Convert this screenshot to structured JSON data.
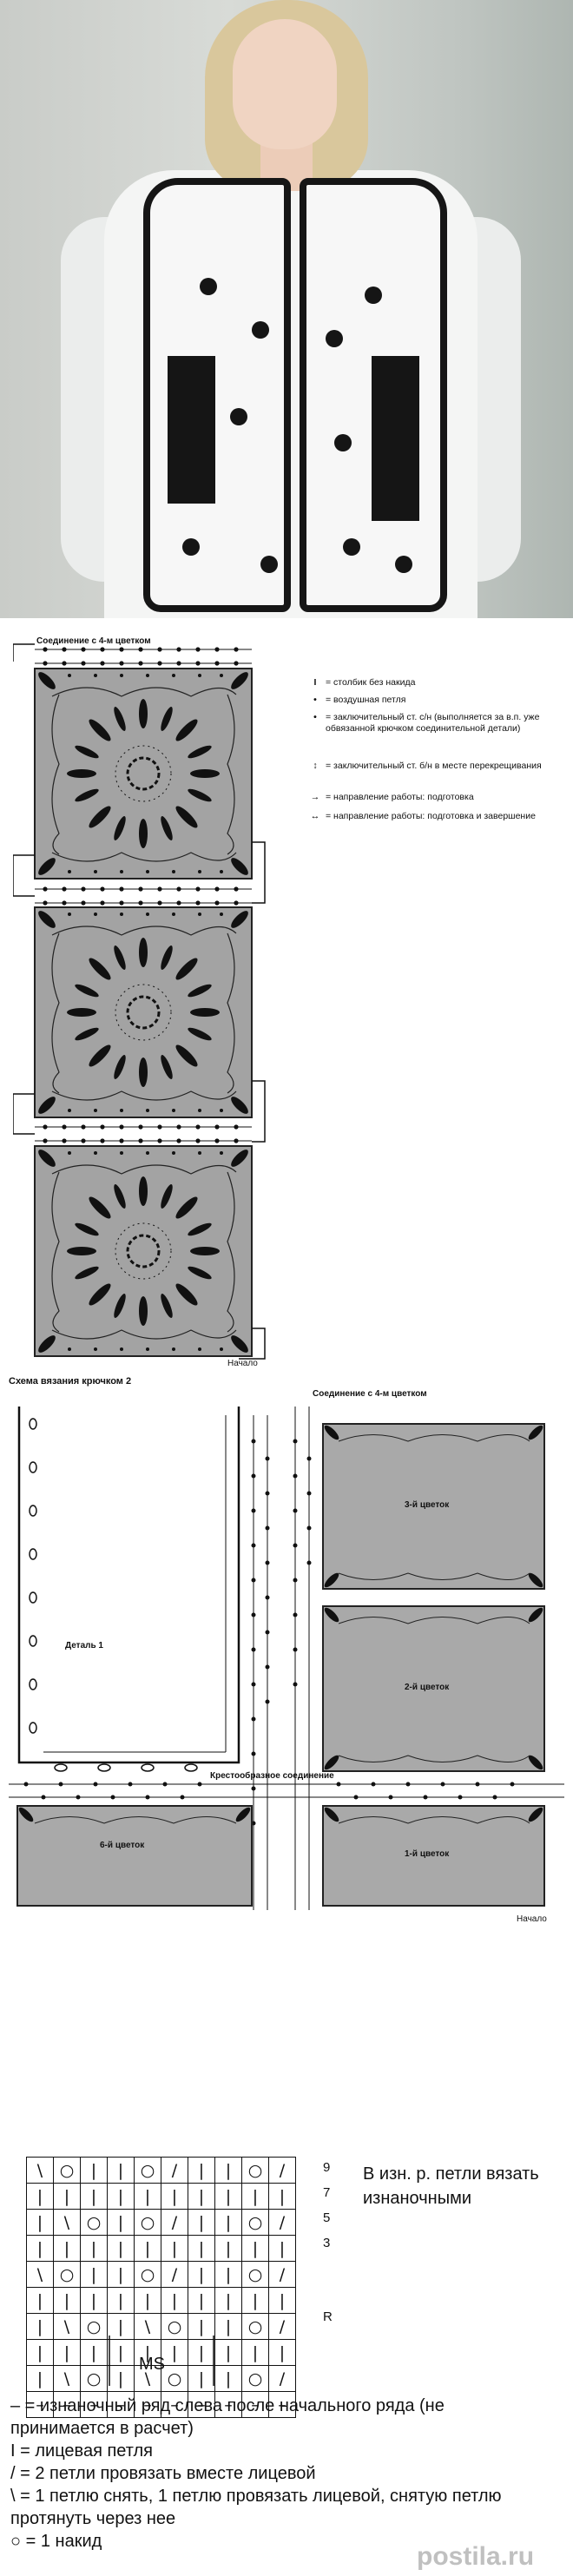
{
  "diagram1": {
    "title_top": "Соединение с 4-м цветком",
    "start_label": "Начало",
    "legend": [
      {
        "sym": "I",
        "icon": "single-crochet-symbol",
        "text": "= столбик без накида"
      },
      {
        "sym": "•",
        "icon": "chain-stitch-symbol",
        "text": "= воздушная петля"
      },
      {
        "sym": "•",
        "icon": "slip-stitch-joining-symbol",
        "text": "= заключительный ст. с/н (выполняется за в.п. уже обвязанной крючком соединительной детали)"
      },
      {
        "sym": "↕",
        "icon": "slip-stitch-crossing-symbol",
        "text": "= заключительный ст. б/н в месте перекрещивания"
      },
      {
        "sym": "→",
        "icon": "direction-prep-arrow",
        "text": "= направление работы: подготовка"
      },
      {
        "sym": "↔",
        "icon": "direction-finish-arrow",
        "text": "= направление работы: подготовка и завершение"
      }
    ]
  },
  "diagram2": {
    "title": "Схема вязания крючком 2",
    "join_top": "Соединение с 4-м цветком",
    "cross_join": "Крестообразное соединение",
    "part1": "Деталь 1",
    "flower3": "3-й цветок",
    "flower2": "2-й цветок",
    "flower6": "6-й цветок",
    "flower1": "1-й цветок",
    "start_label": "Начало"
  },
  "knit_chart": {
    "rows": [
      [
        "\\",
        "○",
        "|",
        "|",
        "○",
        "/",
        "|",
        "|",
        "○",
        "/"
      ],
      [
        "|",
        "|",
        "|",
        "|",
        "|",
        "|",
        "|",
        "|",
        "|",
        "|"
      ],
      [
        "|",
        "\\",
        "○",
        "|",
        "○",
        "/",
        "|",
        "|",
        "○",
        "/"
      ],
      [
        "|",
        "|",
        "|",
        "|",
        "|",
        "|",
        "|",
        "|",
        "|",
        "|"
      ],
      [
        "\\",
        "○",
        "|",
        "|",
        "○",
        "/",
        "|",
        "|",
        "○",
        "/"
      ],
      [
        "|",
        "|",
        "|",
        "|",
        "|",
        "|",
        "|",
        "|",
        "|",
        "|"
      ],
      [
        "|",
        "\\",
        "○",
        "|",
        "\\",
        "○",
        "|",
        "|",
        "○",
        "/"
      ],
      [
        "|",
        "|",
        "|",
        "|",
        "|",
        "|",
        "|",
        "|",
        "|",
        "|"
      ],
      [
        "|",
        "\\",
        "○",
        "|",
        "\\",
        "○",
        "|",
        "|",
        "○",
        "/"
      ],
      [
        "–",
        "–",
        "–",
        "–",
        "–",
        "–",
        "–",
        "–",
        "–",
        "–"
      ]
    ],
    "row_numbers": [
      "9",
      "7",
      "5",
      "3",
      "R"
    ],
    "repeat_label": "MS",
    "note": "В изн. р. петли вязать изнаночными",
    "legend": [
      "– = изнаночный ряд слева после начального ряда (не принимается в расчет)",
      "I = лицевая петля",
      "/ = 2 петли провязать вместе лицевой",
      "\\ = 1 петлю снять, 1 петлю провязать лицевой, снятую петлю протянуть через нее",
      "○ = 1 накид"
    ]
  },
  "watermark": "postila.ru"
}
